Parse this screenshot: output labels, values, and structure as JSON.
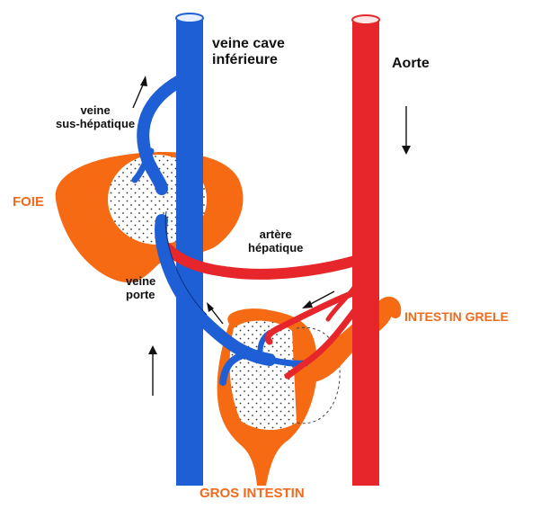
{
  "labels": {
    "vena_cava_line1": "veine cave",
    "vena_cava_line2": "inférieure",
    "aorta": "Aorte",
    "hepatic_vein_line1": "veine",
    "hepatic_vein_line2": "sus-hépatique",
    "liver": "FOIE",
    "hepatic_artery_line1": "artère",
    "hepatic_artery_line2": "hépatique",
    "portal_vein_line1": "veine",
    "portal_vein_line2": "porte",
    "small_intestine": "INTESTIN GRELE",
    "large_intestine": "GROS INTESTIN"
  },
  "colors": {
    "vein": "#1f5fd6",
    "artery": "#e6262a",
    "organ": "#f56a12",
    "label_orange": "#f26a1b",
    "dots_fill": "#ffffff"
  },
  "icons": [
    "arrow-up",
    "arrow-down",
    "arrow-up-left"
  ]
}
